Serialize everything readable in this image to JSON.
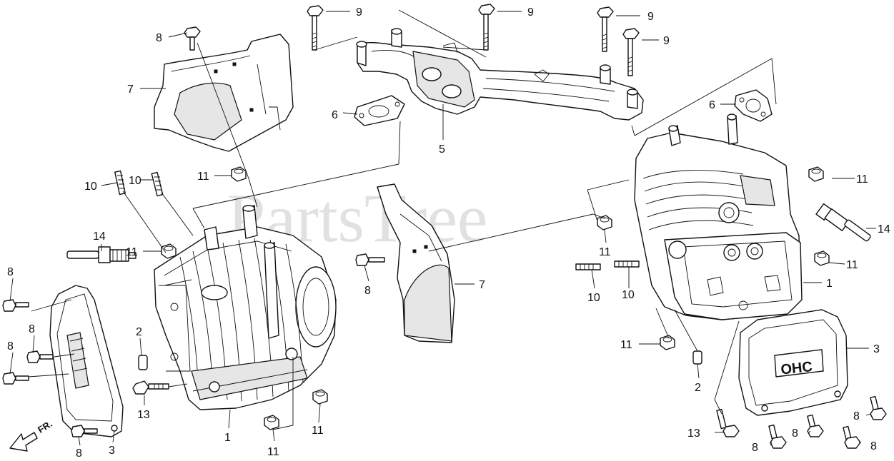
{
  "watermark": "PartsTree",
  "direction_marker": "FR.",
  "callouts": [
    {
      "id": "c-9a",
      "label": "9"
    },
    {
      "id": "c-9b",
      "label": "9"
    },
    {
      "id": "c-9c",
      "label": "9"
    },
    {
      "id": "c-9d",
      "label": "9"
    },
    {
      "id": "c-8a",
      "label": "8"
    },
    {
      "id": "c-7a",
      "label": "7"
    },
    {
      "id": "c-6a",
      "label": "6"
    },
    {
      "id": "c-5a",
      "label": "5"
    },
    {
      "id": "c-6b",
      "label": "6"
    },
    {
      "id": "c-11a",
      "label": "11"
    },
    {
      "id": "c-10a",
      "label": "10"
    },
    {
      "id": "c-10b",
      "label": "10"
    },
    {
      "id": "c-14a",
      "label": "14"
    },
    {
      "id": "c-11b",
      "label": "11"
    },
    {
      "id": "c-8b",
      "label": "8"
    },
    {
      "id": "c-8c",
      "label": "8"
    },
    {
      "id": "c-8d",
      "label": "8"
    },
    {
      "id": "c-2a",
      "label": "2"
    },
    {
      "id": "c-13a",
      "label": "13"
    },
    {
      "id": "c-1a",
      "label": "1"
    },
    {
      "id": "c-11c",
      "label": "11"
    },
    {
      "id": "c-11d",
      "label": "11"
    },
    {
      "id": "c-8e",
      "label": "8"
    },
    {
      "id": "c-3a",
      "label": "3"
    },
    {
      "id": "c-8f",
      "label": "8"
    },
    {
      "id": "c-7b",
      "label": "7"
    },
    {
      "id": "c-11e",
      "label": "11"
    },
    {
      "id": "c-14b",
      "label": "14"
    },
    {
      "id": "c-11f",
      "label": "11"
    },
    {
      "id": "c-11g",
      "label": "11"
    },
    {
      "id": "c-1b",
      "label": "1"
    },
    {
      "id": "c-10c",
      "label": "10"
    },
    {
      "id": "c-10d",
      "label": "10"
    },
    {
      "id": "c-11h",
      "label": "11"
    },
    {
      "id": "c-3b",
      "label": "3"
    },
    {
      "id": "c-2b",
      "label": "2"
    },
    {
      "id": "c-8g",
      "label": "8"
    },
    {
      "id": "c-13b",
      "label": "13"
    },
    {
      "id": "c-8h",
      "label": "8"
    },
    {
      "id": "c-8i",
      "label": "8"
    },
    {
      "id": "c-8j",
      "label": "8"
    }
  ]
}
